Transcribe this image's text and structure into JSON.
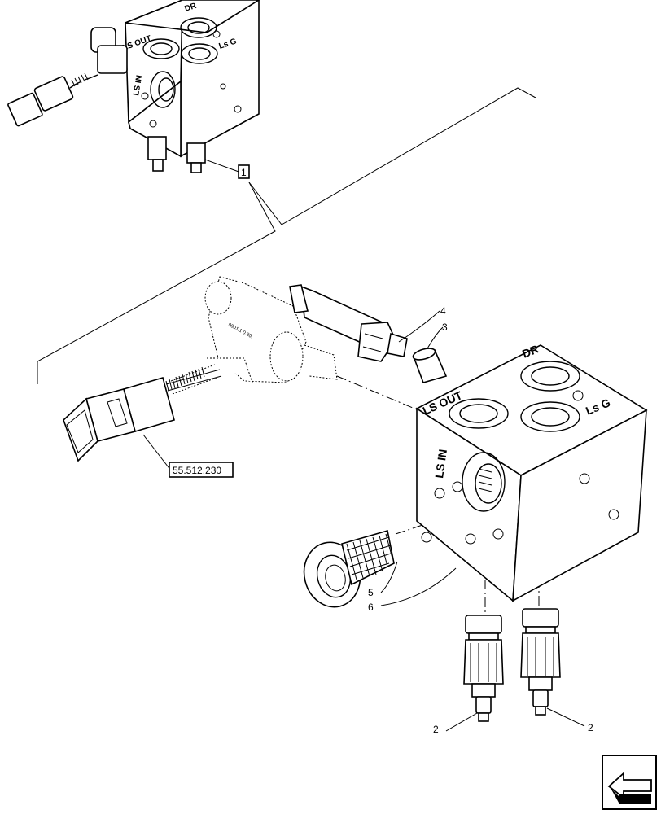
{
  "callouts": {
    "item_1": "1",
    "item_2_left": "2",
    "item_2_right": "2",
    "item_3": "3",
    "item_4": "4",
    "item_5": "5",
    "item_6": "6",
    "ref": "55.512.230"
  },
  "block_labels": {
    "small": {
      "dr": "DR",
      "ls_out": "LS OUT",
      "ls_in": "LS IN",
      "ls_g": "Ls G"
    },
    "large": {
      "dr": "DR",
      "ls_out": "LS OUT",
      "ls_in": "LS IN",
      "ls_g": "Ls G"
    }
  },
  "icons": {
    "nav": "navigation-arrow-icon"
  }
}
